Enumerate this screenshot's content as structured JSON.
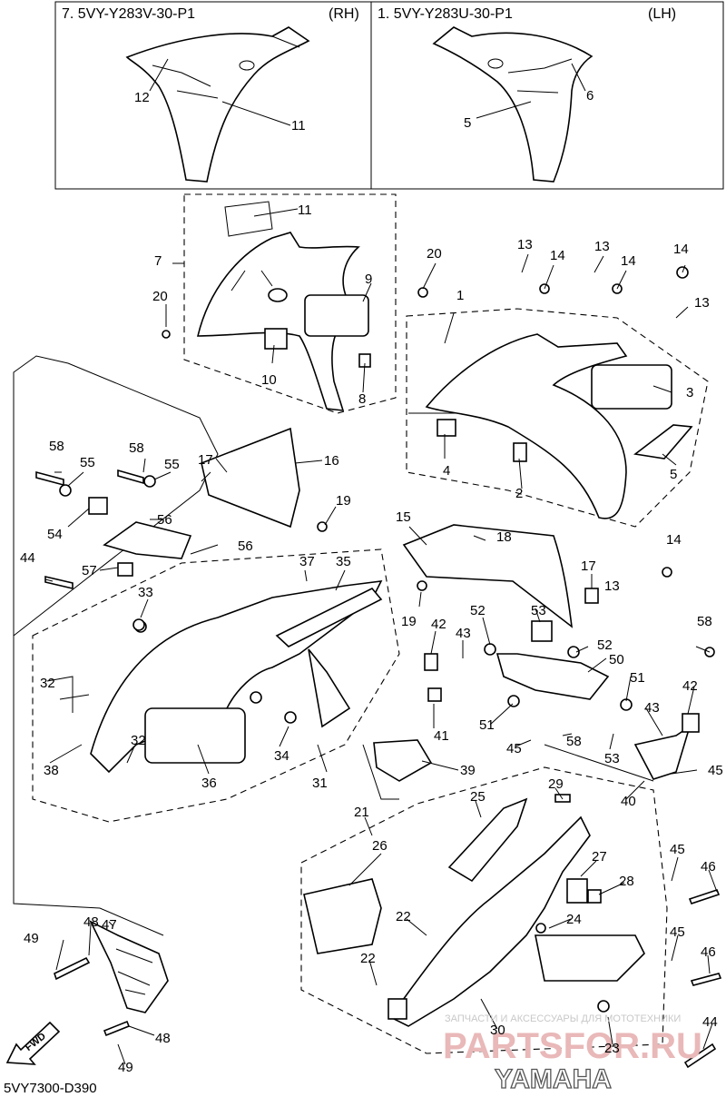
{
  "header": {
    "rh": {
      "code": "7. 5VY-Y283V-30-P1",
      "side": "(RH)"
    },
    "lh": {
      "code": "1. 5VY-Y283U-30-P1",
      "side": "(LH)"
    }
  },
  "callouts": [
    "1",
    "2",
    "3",
    "4",
    "5",
    "6",
    "7",
    "8",
    "9",
    "10",
    "11",
    "12",
    "13",
    "14",
    "15",
    "16",
    "17",
    "18",
    "19",
    "20",
    "21",
    "22",
    "23",
    "24",
    "25",
    "26",
    "27",
    "28",
    "29",
    "30",
    "31",
    "32",
    "33",
    "34",
    "35",
    "36",
    "37",
    "38",
    "39",
    "40",
    "41",
    "42",
    "43",
    "44",
    "45",
    "46",
    "47",
    "48",
    "49",
    "50",
    "51",
    "52",
    "53",
    "54",
    "55",
    "56",
    "57",
    "58"
  ],
  "fwd_label": "FWD",
  "diagram_code": "5VY7300-D390",
  "watermark": {
    "tagline": "ЗАПЧАСТИ И АКСЕССУАРЫ ДЛЯ МОТОТЕХНИКИ",
    "brand": "PARTSFOR.RU"
  },
  "logo_text": "YAMAHA"
}
